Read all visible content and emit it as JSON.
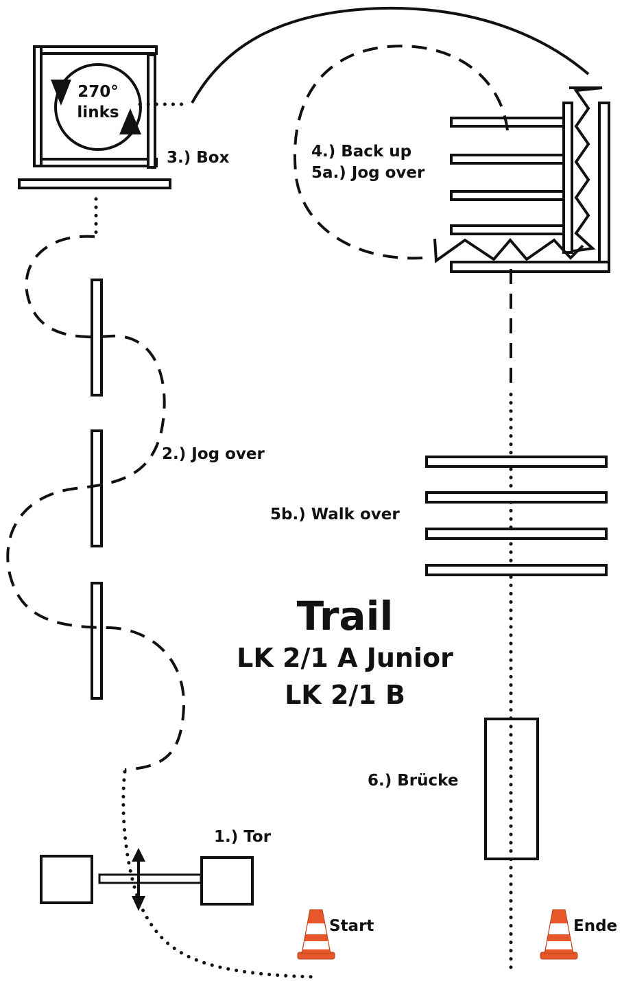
{
  "diagram": {
    "title": "Trail",
    "subtitle_line1": "LK 2/1 A Junior",
    "subtitle_line2": "LK 2/1 B"
  },
  "stations": {
    "tor": "1.) Tor",
    "jog_over": "2.) Jog over",
    "box": "3.) Box",
    "back_up": "4.) Back up",
    "jog_over_5a": "5a.) Jog over",
    "walk_over": "5b.) Walk over",
    "bruecke": "6.) Brücke"
  },
  "box_turn": {
    "line1": "270°",
    "line2": "links"
  },
  "cones": {
    "start": "Start",
    "end": "Ende"
  },
  "colors": {
    "line": "#111111",
    "cone_orange": "#e8572a",
    "cone_white": "#ffffff"
  }
}
